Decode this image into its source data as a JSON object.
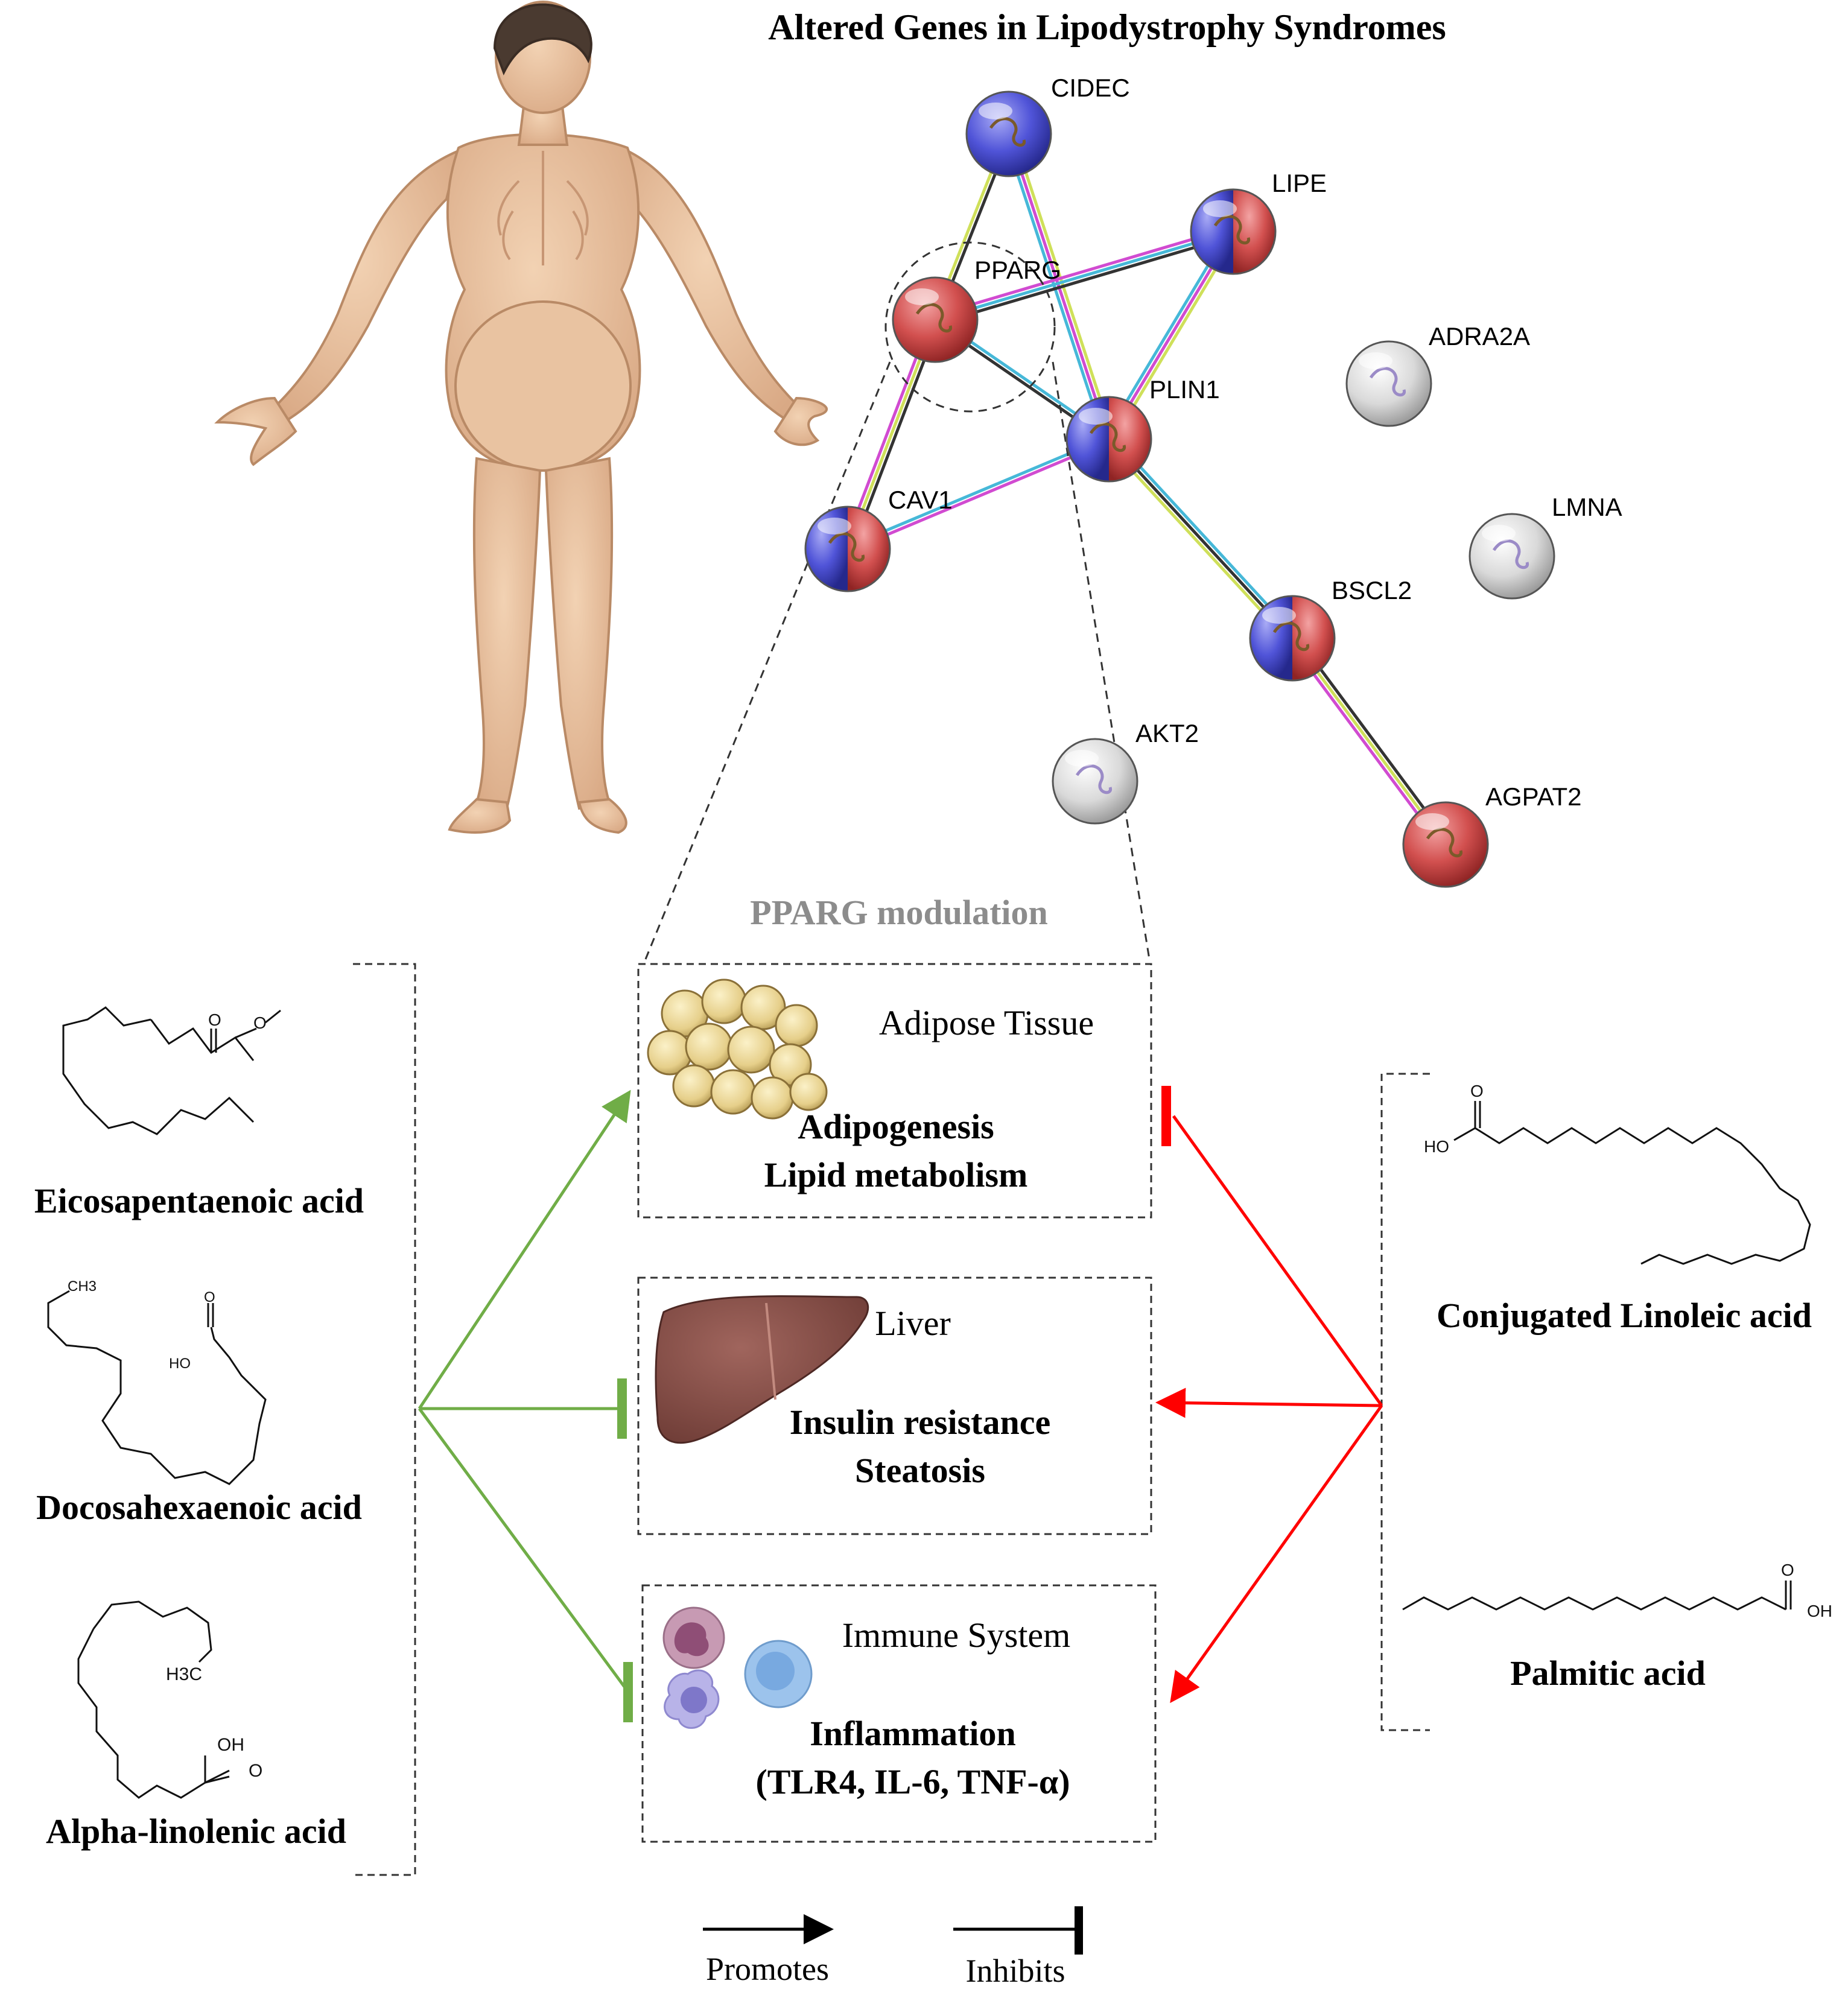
{
  "title": "Altered Genes in Lipodystrophy Syndromes",
  "network": {
    "nodes": [
      {
        "id": "CIDEC",
        "label": "CIDEC",
        "color": "blue"
      },
      {
        "id": "LIPE",
        "label": "LIPE",
        "color": "split"
      },
      {
        "id": "PPARG",
        "label": "PPARG",
        "color": "red"
      },
      {
        "id": "PLIN1",
        "label": "PLIN1",
        "color": "split"
      },
      {
        "id": "ADRA2A",
        "label": "ADRA2A",
        "color": "grey"
      },
      {
        "id": "CAV1",
        "label": "CAV1",
        "color": "split"
      },
      {
        "id": "LMNA",
        "label": "LMNA",
        "color": "grey"
      },
      {
        "id": "BSCL2",
        "label": "BSCL2",
        "color": "split"
      },
      {
        "id": "AKT2",
        "label": "AKT2",
        "color": "grey"
      },
      {
        "id": "AGPAT2",
        "label": "AGPAT2",
        "color": "red"
      }
    ],
    "edges": [
      {
        "from": "CIDEC",
        "to": "PPARG"
      },
      {
        "from": "CIDEC",
        "to": "PLIN1"
      },
      {
        "from": "PPARG",
        "to": "LIPE"
      },
      {
        "from": "PPARG",
        "to": "PLIN1"
      },
      {
        "from": "PPARG",
        "to": "CAV1"
      },
      {
        "from": "LIPE",
        "to": "PLIN1"
      },
      {
        "from": "PLIN1",
        "to": "CAV1"
      },
      {
        "from": "PLIN1",
        "to": "BSCL2"
      },
      {
        "from": "BSCL2",
        "to": "AGPAT2"
      }
    ]
  },
  "modulation_title": "PPARG modulation",
  "boxes": {
    "adipose": {
      "heading": "Adipose Tissue",
      "line1": "Adipogenesis",
      "line2": "Lipid metabolism"
    },
    "liver": {
      "heading": "Liver",
      "line1": "Insulin resistance",
      "line2": "Steatosis"
    },
    "immune": {
      "heading": "Immune System",
      "line1": "Inflammation",
      "line2": "(TLR4, IL-6, TNF-α)"
    }
  },
  "left_compounds": [
    {
      "name": "Eicosapentaenoic acid"
    },
    {
      "name": "Docosahexaenoic acid"
    },
    {
      "name": "Alpha-linolenic acid"
    }
  ],
  "right_compounds": [
    {
      "name": "Conjugated Linoleic acid"
    },
    {
      "name": "Palmitic acid"
    }
  ],
  "atom_labels": {
    "o": "O",
    "oh": "OH",
    "ho": "HO",
    "h3c": "H3C",
    "ch3": "CH3"
  },
  "legend": {
    "promotes": "Promotes",
    "inhibits": "Inhibits"
  },
  "colors": {
    "green": "#70ad47",
    "red": "#ff0000",
    "node_red": "#c0393b",
    "node_blue": "#3b3fc4",
    "node_grey": "#c8c8c8",
    "title_grey": "#8c8c8c"
  }
}
